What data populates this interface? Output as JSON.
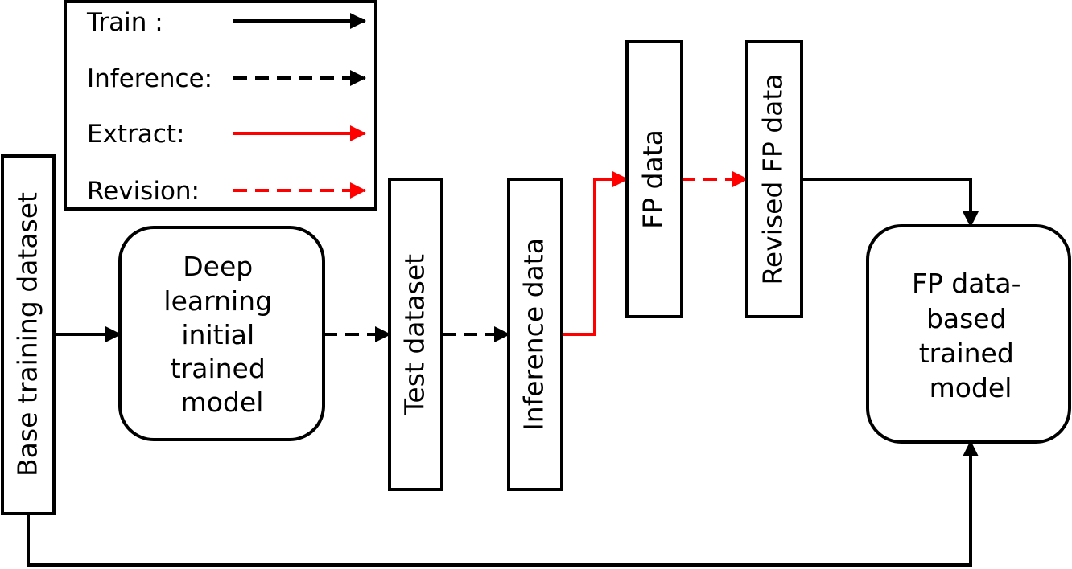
{
  "colors": {
    "train": "#000000",
    "inference": "#000000",
    "extract": "#ff0000",
    "revision": "#ff0000"
  },
  "legend": {
    "train": "Train :",
    "inference": "Inference:",
    "extract": "Extract:",
    "revision": "Revision:"
  },
  "nodes": {
    "base_training_dataset": "Base training dataset",
    "deep_model": [
      "Deep",
      "learning",
      "initial",
      "trained",
      "model"
    ],
    "test_dataset": "Test dataset",
    "inference_data": "Inference data",
    "fp_data": "FP data",
    "revised_fp_data": "Revised FP data",
    "fp_model": [
      "FP data-",
      "based",
      "trained",
      "model"
    ]
  }
}
